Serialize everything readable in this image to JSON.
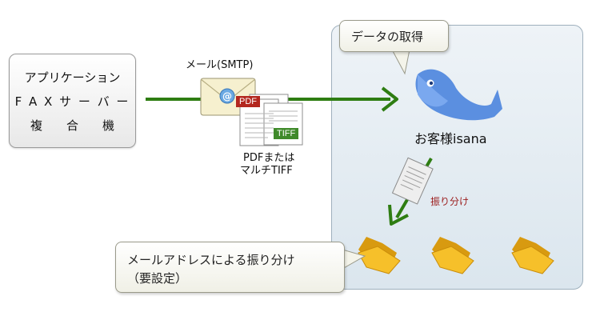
{
  "source": {
    "line1": "アプリケーション",
    "line2": "F A X サ ー バ ー",
    "line3": "複　　合　　機"
  },
  "mail": {
    "label": "メール(SMTP)",
    "pdf_tag": "PDF",
    "tiff_tag": "TIFF",
    "format_line1": "PDFまたは",
    "format_line2": "マルチTIFF"
  },
  "panel": {
    "acquire_label": "データの取得",
    "service_name": "お客様isana",
    "sort_label": "振り分け"
  },
  "bottom_callout": {
    "line1": "メールアドレスによる振り分け",
    "line2": "（要設定）"
  },
  "colors": {
    "arrow": "#2e7d12",
    "whale": "#5b8fe0",
    "folder": "#f3b81b",
    "pdf": "#b3271f",
    "tiff": "#3f8a2a",
    "sort_text": "#9b1b1b"
  }
}
